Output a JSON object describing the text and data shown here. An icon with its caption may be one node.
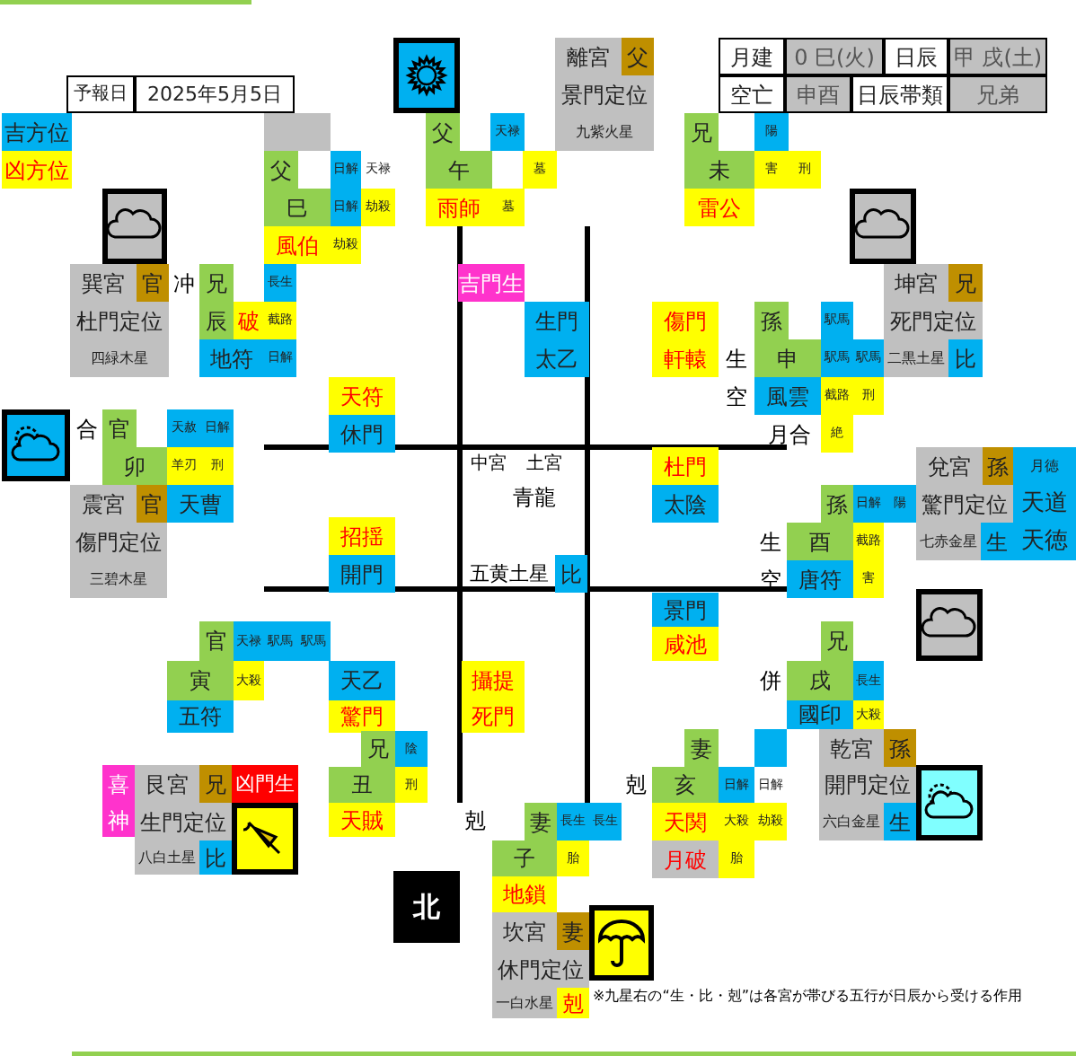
{
  "diagram": {
    "nodes": [
      {
        "text": [
          "予報日"
        ]
      },
      {
        "text": [
          "2025年5月5日"
        ]
      },
      {
        "text": [
          "吉方位"
        ]
      },
      {
        "text": [
          "凶方位"
        ]
      },
      {
        "text": [
          "月建"
        ]
      },
      {
        "text": [
          "0 巳(火)"
        ]
      },
      {
        "text": [
          "日辰"
        ]
      },
      {
        "text": [
          "甲 戌(土)"
        ]
      },
      {
        "text": [
          "空亡"
        ]
      },
      {
        "text": [
          "申酉"
        ]
      },
      {
        "text": [
          "日辰帯類"
        ]
      },
      {
        "text": [
          "兄弟"
        ]
      },
      {
        "text": [
          "離宮"
        ]
      },
      {
        "text": [
          "父"
        ]
      },
      {
        "text": [
          "景門定位"
        ]
      },
      {
        "text": [
          "九紫火星"
        ]
      },
      {
        "text": [],
        "shape": "box"
      },
      {
        "text": [
          "父"
        ]
      },
      {
        "text": [
          "日解"
        ]
      },
      {
        "text": [
          "天禄"
        ]
      },
      {
        "text": [
          "巳"
        ]
      },
      {
        "text": [
          "日解"
        ]
      },
      {
        "text": [
          "劫殺"
        ]
      },
      {
        "text": [
          "風伯"
        ]
      },
      {
        "text": [
          "劫殺"
        ]
      },
      {
        "text": [
          "父"
        ]
      },
      {
        "text": [
          "天禄"
        ]
      },
      {
        "text": [
          "午"
        ]
      },
      {
        "text": [
          "墓"
        ]
      },
      {
        "text": [
          "雨師"
        ]
      },
      {
        "text": [
          "墓"
        ]
      },
      {
        "text": [
          "兄"
        ]
      },
      {
        "text": [
          "陽"
        ]
      },
      {
        "text": [
          "未"
        ]
      },
      {
        "text": [
          "害"
        ]
      },
      {
        "text": [
          "刑"
        ]
      },
      {
        "text": [
          "雷公"
        ]
      },
      {
        "text": [
          "巽宮"
        ]
      },
      {
        "text": [
          "官"
        ]
      },
      {
        "text": [
          "杜門定位"
        ]
      },
      {
        "text": [
          "四緑木星"
        ]
      },
      {
        "text": [
          "兄"
        ]
      },
      {
        "text": [
          "長生"
        ]
      },
      {
        "text": [
          "辰"
        ]
      },
      {
        "text": [
          "破"
        ]
      },
      {
        "text": [
          "截路"
        ]
      },
      {
        "text": [
          "地符"
        ]
      },
      {
        "text": [
          "日解"
        ]
      },
      {
        "text": [
          "吉門生"
        ]
      },
      {
        "text": [
          "生門"
        ]
      },
      {
        "text": [
          "太乙"
        ]
      },
      {
        "text": [
          "傷門"
        ]
      },
      {
        "text": [
          "軒轅"
        ]
      },
      {
        "text": [
          "孫"
        ]
      },
      {
        "text": [
          "駅馬"
        ]
      },
      {
        "text": [
          "申"
        ]
      },
      {
        "text": [
          "駅馬"
        ]
      },
      {
        "text": [
          "駅馬"
        ]
      },
      {
        "text": [
          "風雲"
        ]
      },
      {
        "text": [
          "截路"
        ]
      },
      {
        "text": [
          "刑"
        ]
      },
      {
        "text": [
          "絶"
        ]
      },
      {
        "text": [
          "坤宮"
        ]
      },
      {
        "text": [
          "兄"
        ]
      },
      {
        "text": [
          "死門定位"
        ]
      },
      {
        "text": [
          "二黒土星"
        ]
      },
      {
        "text": [
          "比"
        ]
      },
      {
        "text": [
          "天符"
        ]
      },
      {
        "text": [
          "休門"
        ]
      },
      {
        "text": [
          "官"
        ]
      },
      {
        "text": [
          "天赦"
        ]
      },
      {
        "text": [
          "日解"
        ]
      },
      {
        "text": [
          "卯"
        ]
      },
      {
        "text": [
          "羊刃"
        ]
      },
      {
        "text": [
          "刑"
        ]
      },
      {
        "text": [
          "震宮"
        ]
      },
      {
        "text": [
          "官"
        ]
      },
      {
        "text": [
          "天曹"
        ]
      },
      {
        "text": [
          "傷門定位"
        ]
      },
      {
        "text": [
          "三碧木星"
        ]
      },
      {
        "text": [
          "杜門"
        ]
      },
      {
        "text": [
          "太陰"
        ]
      },
      {
        "text": [
          "比"
        ]
      },
      {
        "text": [
          "招揺"
        ]
      },
      {
        "text": [
          "開門"
        ]
      },
      {
        "text": [
          "兌宮"
        ]
      },
      {
        "text": [
          "孫"
        ]
      },
      {
        "text": [
          "月徳"
        ]
      },
      {
        "text": [
          "驚門定位"
        ]
      },
      {
        "text": [
          "天道"
        ]
      },
      {
        "text": [
          "七赤金星"
        ]
      },
      {
        "text": [
          "生"
        ]
      },
      {
        "text": [
          "天徳"
        ]
      },
      {
        "text": [
          "孫"
        ]
      },
      {
        "text": [
          "日解"
        ]
      },
      {
        "text": [
          "陽"
        ]
      },
      {
        "text": [
          "酉"
        ]
      },
      {
        "text": [
          "截路"
        ]
      },
      {
        "text": [
          "唐符"
        ]
      },
      {
        "text": [
          "害"
        ]
      },
      {
        "text": [
          "景門"
        ]
      },
      {
        "text": [
          "咸池"
        ]
      },
      {
        "text": [
          "兄"
        ]
      },
      {
        "text": [
          "戌"
        ]
      },
      {
        "text": [
          "長生"
        ]
      },
      {
        "text": [
          "國印"
        ]
      },
      {
        "text": [
          "大殺"
        ]
      },
      {
        "text": [
          "官"
        ]
      },
      {
        "text": [
          "天禄"
        ]
      },
      {
        "text": [
          "駅馬"
        ]
      },
      {
        "text": [
          "駅馬"
        ]
      },
      {
        "text": [
          "寅"
        ]
      },
      {
        "text": [
          "大殺"
        ]
      },
      {
        "text": [
          "五符"
        ]
      },
      {
        "text": [
          "天乙"
        ]
      },
      {
        "text": [
          "驚門"
        ]
      },
      {
        "text": [
          "攝提"
        ]
      },
      {
        "text": [
          "死門"
        ]
      },
      {
        "text": [
          "兄"
        ]
      },
      {
        "text": [
          "陰"
        ]
      },
      {
        "text": [
          "丑"
        ]
      },
      {
        "text": [
          "刑"
        ]
      },
      {
        "text": [
          "天賊"
        ]
      },
      {
        "text": [],
        "shape": "box"
      },
      {
        "text": [
          "妻"
        ]
      },
      {
        "text": [
          "亥"
        ]
      },
      {
        "text": [
          "日解"
        ]
      },
      {
        "text": [
          "日解"
        ]
      },
      {
        "text": [
          "天関"
        ]
      },
      {
        "text": [
          "大殺"
        ]
      },
      {
        "text": [
          "劫殺"
        ]
      },
      {
        "text": [
          "月破"
        ]
      },
      {
        "text": [
          "胎"
        ]
      },
      {
        "text": [
          "乾宮"
        ]
      },
      {
        "text": [
          "孫"
        ]
      },
      {
        "text": [
          "開門定位"
        ]
      },
      {
        "text": [
          "六白金星"
        ]
      },
      {
        "text": [
          "生"
        ]
      },
      {
        "text": [
          "喜"
        ]
      },
      {
        "text": [
          "神"
        ]
      },
      {
        "text": [
          "艮宮"
        ]
      },
      {
        "text": [
          "兄"
        ]
      },
      {
        "text": [
          "凶門生"
        ]
      },
      {
        "text": [
          "生門定位"
        ]
      },
      {
        "text": [
          "八白土星"
        ]
      },
      {
        "text": [
          "比"
        ]
      },
      {
        "text": [
          "妻"
        ]
      },
      {
        "text": [
          "長生"
        ]
      },
      {
        "text": [
          "長生"
        ]
      },
      {
        "text": [
          "子"
        ]
      },
      {
        "text": [
          "胎"
        ]
      },
      {
        "text": [
          "地鎖"
        ]
      },
      {
        "text": [
          "北"
        ]
      },
      {
        "text": [
          "坎宮"
        ]
      },
      {
        "text": [
          "妻"
        ]
      },
      {
        "text": [
          "休門定位"
        ]
      },
      {
        "text": [
          "一白水星"
        ]
      },
      {
        "text": [
          "剋"
        ]
      }
    ],
    "edges": [],
    "labels": [
      "冲",
      "合",
      "生",
      "空",
      "月合",
      "中宮",
      "土宮",
      "青龍",
      "五黄土星",
      "生",
      "空",
      "併",
      "剋",
      "剋",
      "※九星右の“生・比・剋”は各宮が帯びる五行が日辰から受ける作用"
    ]
  }
}
